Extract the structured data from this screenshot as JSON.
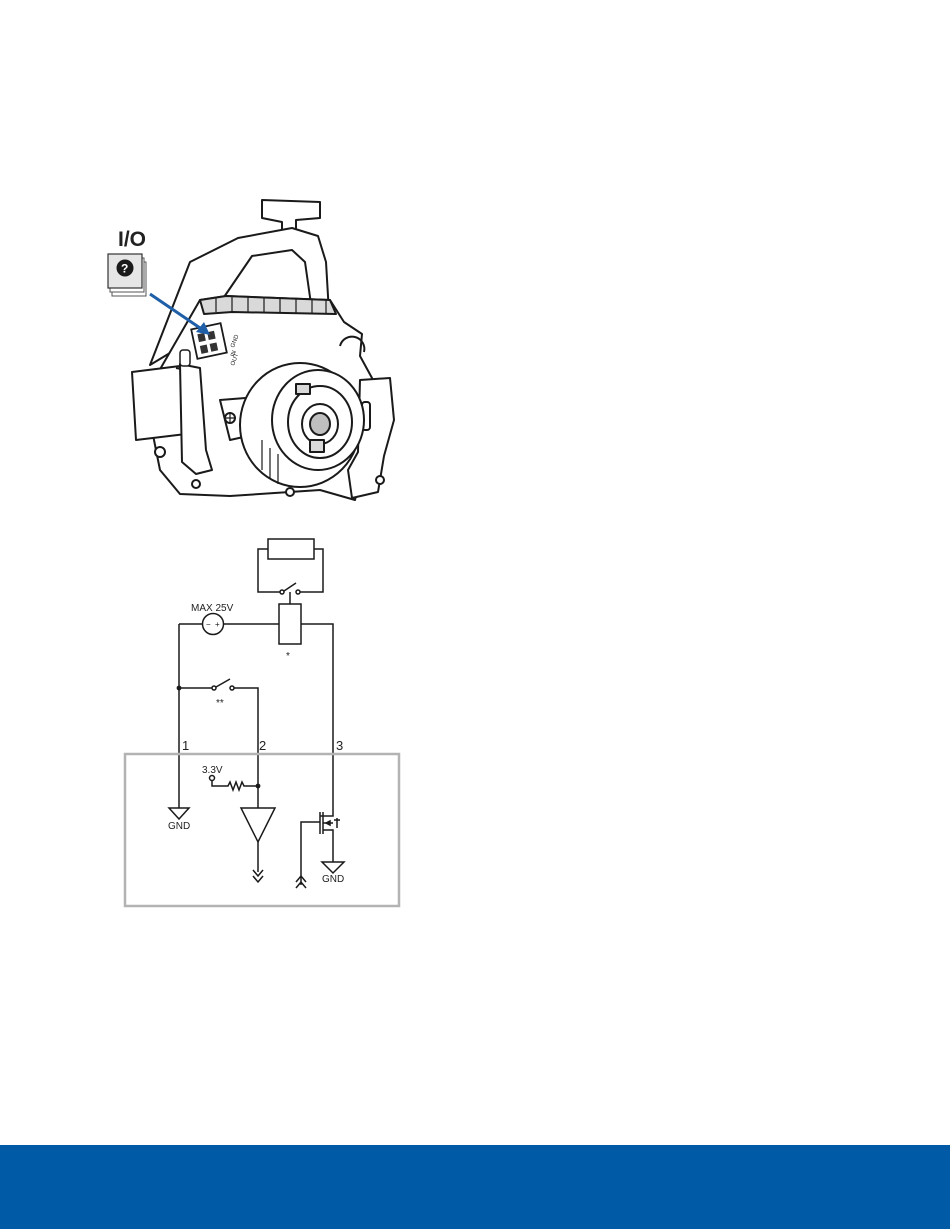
{
  "io_icon": {
    "label": "I/O",
    "icon": "question-document-icon"
  },
  "camera": {
    "terminal_labels": [
      "GND",
      "IN",
      "OUT"
    ]
  },
  "circuit": {
    "max_voltage_label": "MAX 25V",
    "relay_note": "*",
    "switch_note": "**",
    "pin_labels": [
      "1",
      "2",
      "3"
    ],
    "supply_label": "3.3V",
    "ground_labels": [
      "GND",
      "GND"
    ]
  },
  "colors": {
    "footer": "#005aa6",
    "arrow": "#1f5fa8",
    "line": "#1a1a1a",
    "box": "#b3b3b3"
  }
}
